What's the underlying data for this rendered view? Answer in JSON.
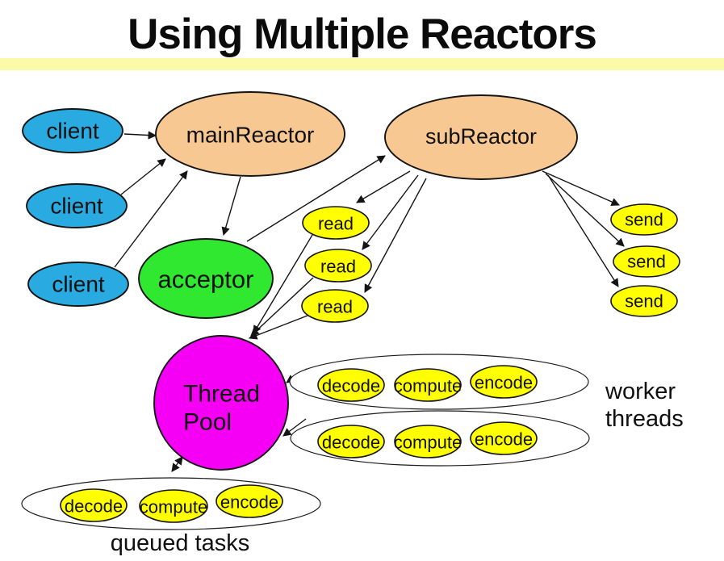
{
  "title": "Using Multiple Reactors",
  "colors": {
    "client": "#29ABE2",
    "reactor": "#F8C893",
    "acceptor": "#2FE82F",
    "task": "#FFFF00",
    "thread_pool": "#F500F5",
    "underline": "#FAFAA8"
  },
  "nodes": {
    "client": "client",
    "main_reactor": "mainReactor",
    "sub_reactor": "subReactor",
    "acceptor": "acceptor",
    "read": "read",
    "send": "send",
    "decode": "decode",
    "compute": "compute",
    "encode": "encode",
    "thread_pool": {
      "line1": "Thread",
      "line2": "Pool"
    }
  },
  "annotations": {
    "worker_threads": {
      "line1": "worker",
      "line2": "threads"
    },
    "queued_tasks": "queued tasks"
  }
}
